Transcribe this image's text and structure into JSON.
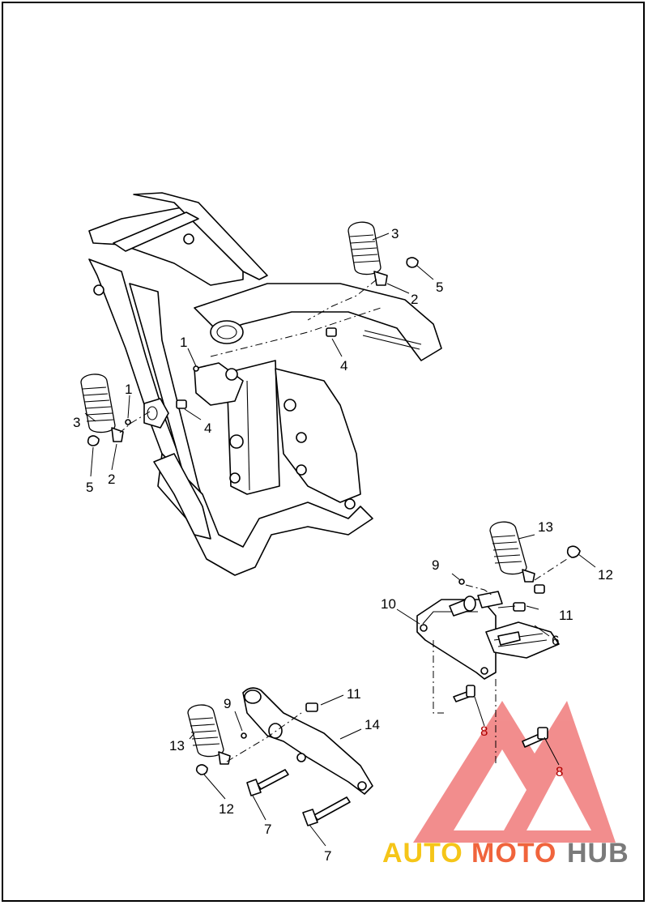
{
  "callouts": {
    "frame_1a": "1",
    "frame_1b": "1",
    "frame_2a": "2",
    "frame_2b": "2",
    "frame_3a": "3",
    "frame_3b": "3",
    "frame_4a": "4",
    "frame_4b": "4",
    "frame_5a": "5",
    "frame_5b": "5",
    "right_6": "6",
    "right_8a": "8",
    "right_8b": "8",
    "right_9": "9",
    "right_10": "10",
    "right_11": "11",
    "right_12": "12",
    "right_13": "13",
    "left_7a": "7",
    "left_7b": "7",
    "left_9": "9",
    "left_11": "11",
    "left_12": "12",
    "left_13": "13",
    "left_14": "14"
  },
  "watermark": {
    "auto": "AUTO",
    "moto": "MOTO",
    "hub": "HUB",
    "colors": {
      "triangle": "#f07a7a",
      "auto": "#f5c518",
      "moto": "#f0643c",
      "hub": "#7a7a7a"
    }
  }
}
